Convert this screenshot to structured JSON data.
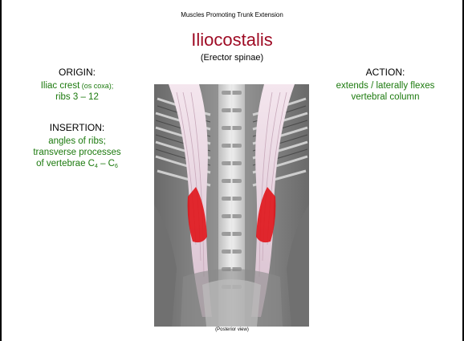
{
  "slide": {
    "header": "Muscles Promoting Trunk Extension",
    "title": "Iliocostalis",
    "subtitle": "(Erector spinae)",
    "caption": "(Posterior view)"
  },
  "origin": {
    "label": "ORIGIN:",
    "line1_main": "Iliac crest",
    "line1_note": " (os coxa);",
    "line2": "ribs 3 – 12"
  },
  "insertion": {
    "label": "INSERTION:",
    "line1": "angles of ribs;",
    "line2": "transverse processes",
    "line3_text": "of vertebrae C",
    "sub1": "4",
    "dash": " – C",
    "sub2": "6"
  },
  "action": {
    "label": "ACTION:",
    "line1": "extends / laterally flexes",
    "line2": "vertebral column"
  },
  "colors": {
    "title": "#9e0b24",
    "text_green": "#1c7a0e",
    "highlight_red": "#e0141a"
  }
}
